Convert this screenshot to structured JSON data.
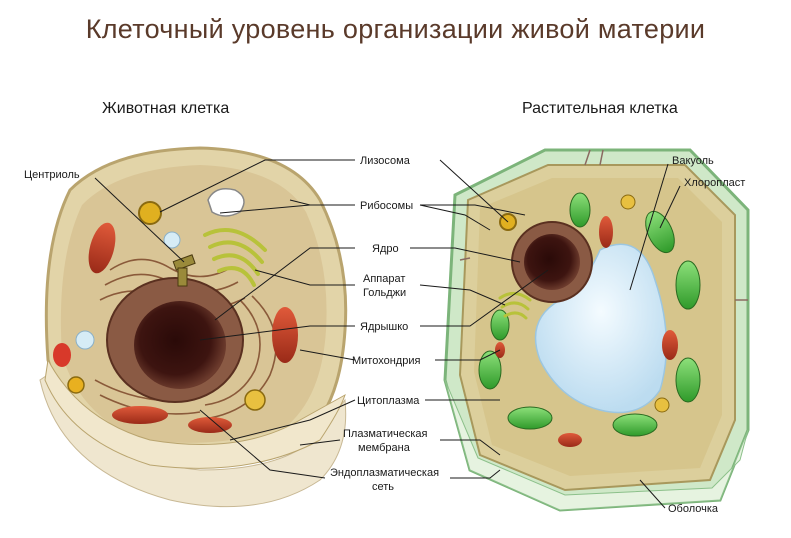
{
  "title": "Клеточный уровень организации живой материи",
  "animal_cell_title": "Животная клетка",
  "plant_cell_title": "Растительная клетка",
  "labels": {
    "centriole": "Центриоль",
    "lysosome": "Лизосома",
    "ribosomes": "Рибосомы",
    "nucleus": "Ядро",
    "golgi_line1": "Аппарат",
    "golgi_line2": "Гольджи",
    "nucleolus": "Ядрышко",
    "mitochondria": "Митохондрия",
    "cytoplasm": "Цитоплазма",
    "plasma_membrane_line1": "Плазматическая",
    "plasma_membrane_line2": "мембрана",
    "er_line1": "Эндоплазматическая",
    "er_line2": "сеть",
    "vacuole": "Вакуоль",
    "chloroplast": "Хлоропласт",
    "cell_wall": "Оболочка"
  }
}
